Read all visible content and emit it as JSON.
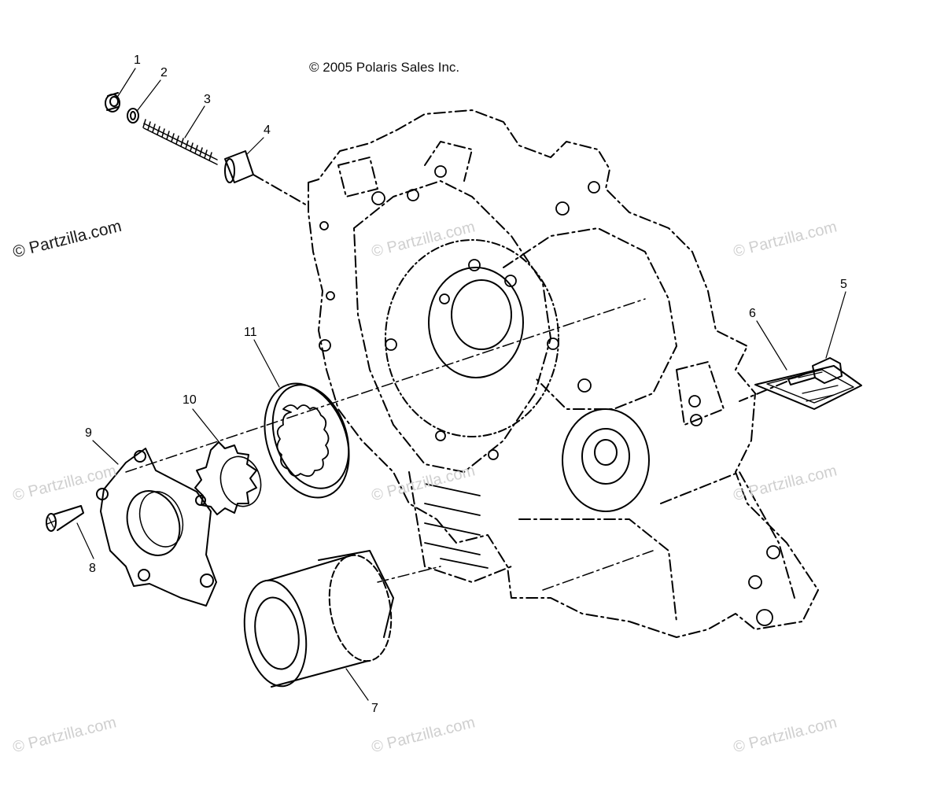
{
  "copyright": "© 2005 Polaris Sales Inc.",
  "watermarks": [
    "© Partzilla.com",
    "© Partzilla.com",
    "© Partzilla.com",
    "© Partzilla.com",
    "© Partzilla.com",
    "© Partzilla.com",
    "© Partzilla.com",
    "© Partzilla.com",
    "© Partzilla.com"
  ],
  "callouts": [
    "1",
    "2",
    "3",
    "4",
    "5",
    "6",
    "7",
    "8",
    "9",
    "10",
    "11"
  ],
  "colors": {
    "line": "#000000",
    "background": "#ffffff",
    "watermark": "#cfcfcf"
  }
}
